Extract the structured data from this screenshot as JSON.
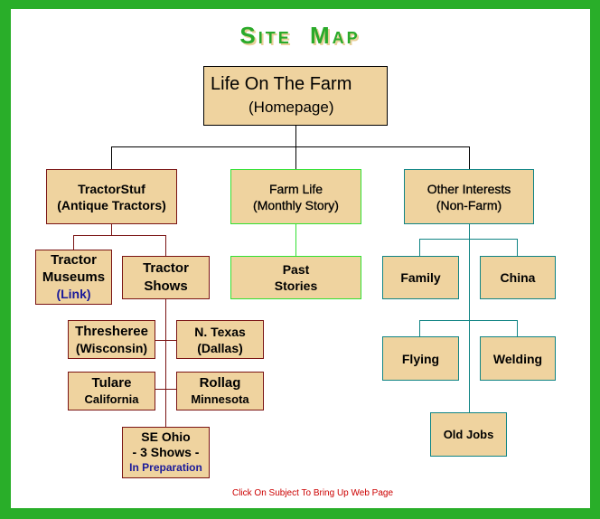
{
  "title": "Site Map",
  "home": {
    "line1": "Life On The Farm",
    "line2": "(Homepage)"
  },
  "tractorstuf": {
    "line1": "TractorStuf",
    "line2": "(Antique Tractors)"
  },
  "farmlife": {
    "line1": "Farm Life",
    "line2": "(Monthly Story)"
  },
  "other": {
    "line1": "Other Interests",
    "line2": "(Non-Farm)"
  },
  "museums": {
    "line1": "Tractor",
    "line2": "Museums",
    "line3": "(Link)"
  },
  "shows": {
    "line1": "Tractor",
    "line2": "Shows"
  },
  "past": {
    "line1": "Past",
    "line2": "Stories"
  },
  "thresheree": {
    "line1": "Thresheree",
    "line2": "(Wisconsin)"
  },
  "ntexas": {
    "line1": "N. Texas",
    "line2": "(Dallas)"
  },
  "tulare": {
    "line1": "Tulare",
    "line2": "California"
  },
  "rollag": {
    "line1": "Rollag",
    "line2": "Minnesota"
  },
  "seohio": {
    "line1": "SE Ohio",
    "line2": "- 3 Shows -",
    "line3": "In Preparation"
  },
  "family": "Family",
  "china": "China",
  "flying": "Flying",
  "welding": "Welding",
  "oldjobs": "Old Jobs",
  "footer": "Click On Subject To Bring Up Web Page",
  "colors": {
    "frame": "#29ae29",
    "box": "#efd39f",
    "maroon": "#7a1414",
    "teal": "#108484",
    "green": "#33e033"
  }
}
